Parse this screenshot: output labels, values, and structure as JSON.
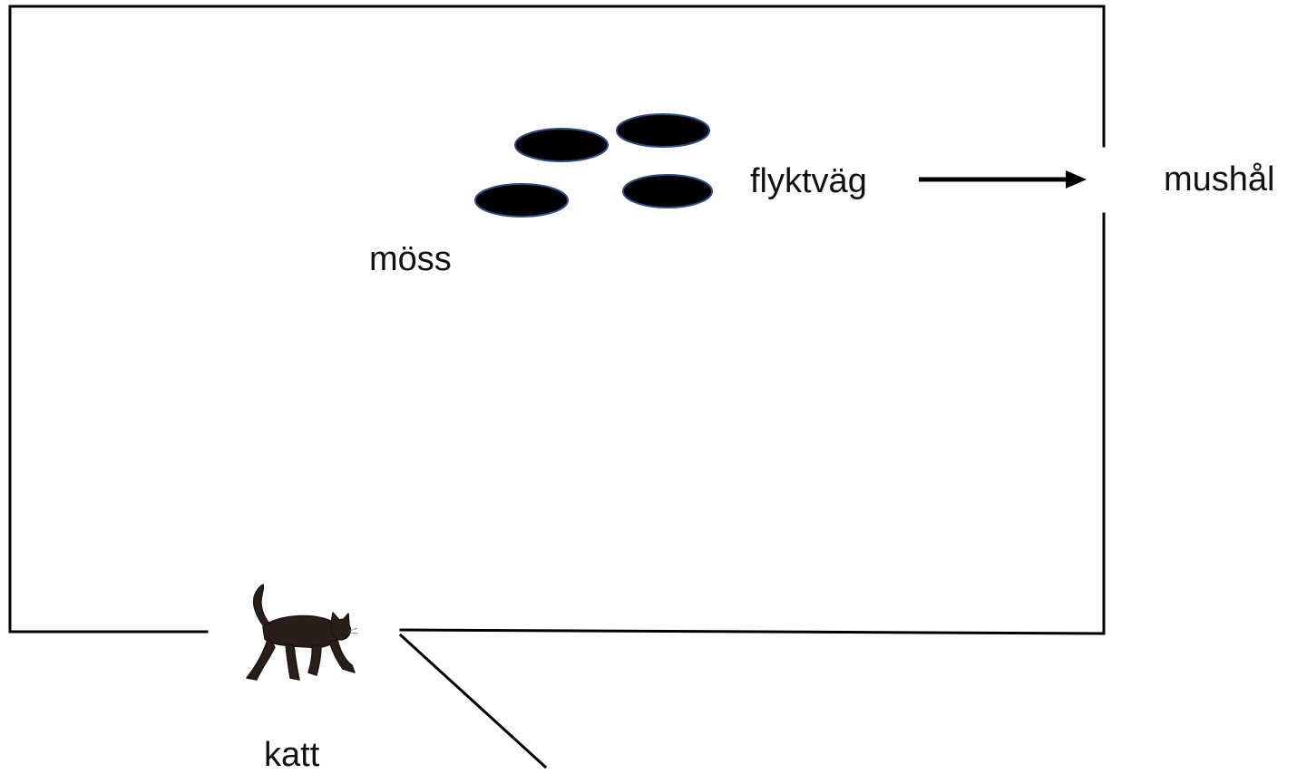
{
  "labels": {
    "mice": "möss",
    "escape_route": "flyktväg",
    "mouse_hole": "mushål",
    "cat": "katt"
  },
  "colors": {
    "wall": "#000000",
    "mouse_fill": "#000000",
    "mouse_outline": "#2f4a86",
    "cat_body": "#2a1e1b"
  },
  "icons": {
    "mouse": "ellipse",
    "cat": "walking-cat-icon",
    "arrow": "right-arrow"
  }
}
